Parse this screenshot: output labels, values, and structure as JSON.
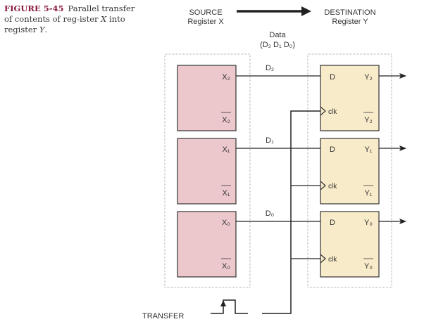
{
  "caption": {
    "figure_label": "FIGURE 5-45",
    "text_before_x": "Parallel transfer of contents of reg-ister ",
    "var_x": "X",
    "text_middle": " into register ",
    "var_y": "Y",
    "text_end": "."
  },
  "header": {
    "source_line1": "SOURCE",
    "source_line2": "Register X",
    "dest_line1": "DESTINATION",
    "dest_line2": "Register Y",
    "data_label": "Data",
    "data_bits": "(D₂ D₁ D₀)"
  },
  "source_register": {
    "fill": "#ecc8cc",
    "cells": [
      {
        "q": "X₂",
        "qbar": "X₂"
      },
      {
        "q": "X₁",
        "qbar": "X₁"
      },
      {
        "q": "X₀",
        "qbar": "X₀"
      }
    ]
  },
  "dest_register": {
    "fill": "#f8ebca",
    "cells": [
      {
        "d": "D",
        "clk": "clk",
        "q": "Y₂",
        "qbar": "Y₂"
      },
      {
        "d": "D",
        "clk": "clk",
        "q": "Y₁",
        "qbar": "Y₁"
      },
      {
        "d": "D",
        "clk": "clk",
        "q": "Y₀",
        "qbar": "Y₀"
      }
    ]
  },
  "data_lines": [
    "D₂",
    "D₁",
    "D₀"
  ],
  "transfer_label": "TRANSFER"
}
